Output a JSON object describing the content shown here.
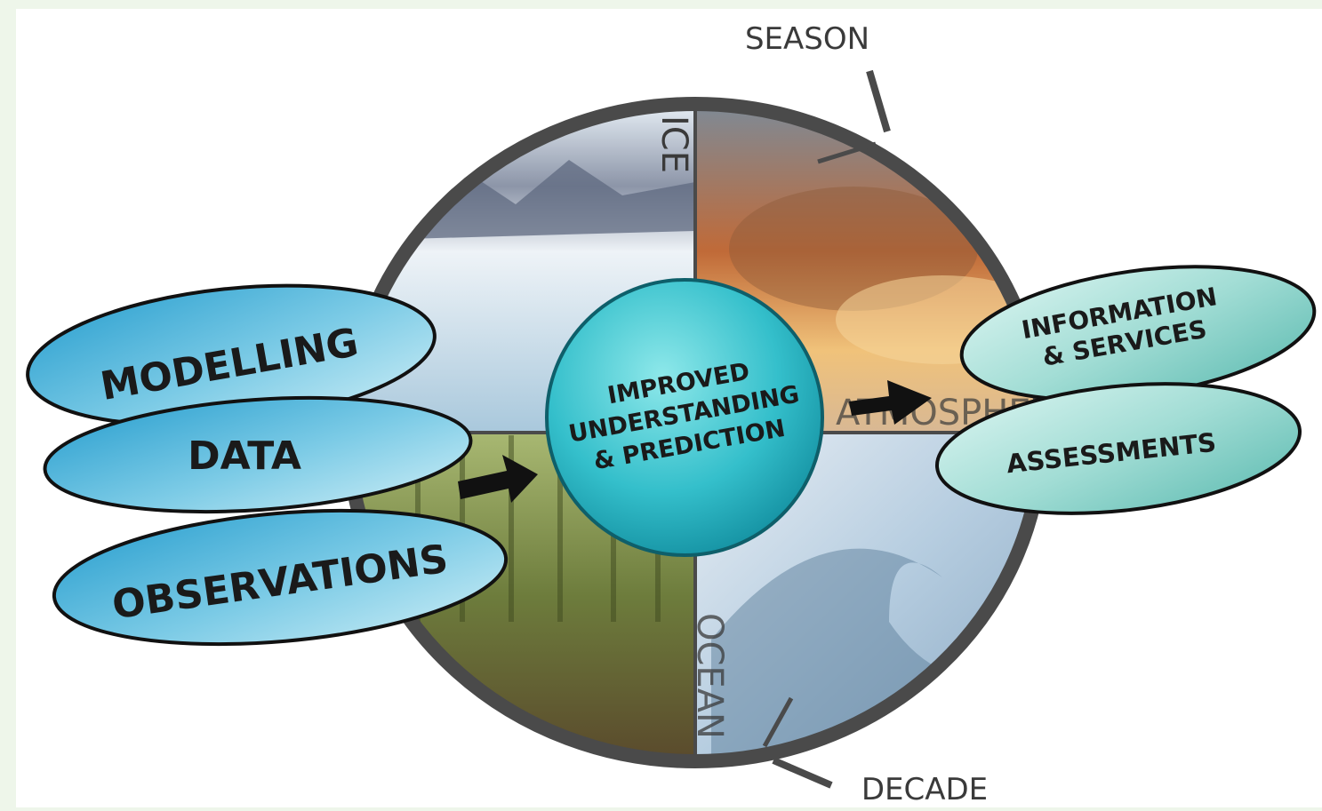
{
  "labels": {
    "season": "SEASON",
    "decade": "DECADE",
    "ice": "ICE",
    "atmosphere": "ATMOSPHE",
    "ocean": "OCEAN",
    "modelling": "MODELLING",
    "data": "DATA",
    "observations": "OBSERVATIONS",
    "center_line1": "IMPROVED",
    "center_line2": "UNDERSTANDING",
    "center_line3": "& PREDICTION",
    "info_line1": "INFORMATION",
    "info_line2": "& SERVICES",
    "assessments": "ASSESSMENTS"
  },
  "colors": {
    "page_background": "#eef6ea",
    "panel_background": "#ffffff",
    "ring": "#4a4a4a",
    "input_ellipse_light": "#bde6f2",
    "input_ellipse_dark": "#2a9fcf",
    "center_circle_light": "#7fe0e4",
    "center_circle_dark": "#1aa8b8",
    "output_ellipse_light": "#d6f3ee",
    "output_ellipse_dark": "#62c2b7",
    "ice_quadrant": "#b9d3e4",
    "atmosphere_quadrant": "#d49a5a",
    "land_quadrant": "#7c8a4a",
    "ocean_quadrant": "#bfd0df",
    "label_text": "#1a1a1a"
  },
  "icons": [
    "right-arrow-icon",
    "right-arrow-icon"
  ]
}
